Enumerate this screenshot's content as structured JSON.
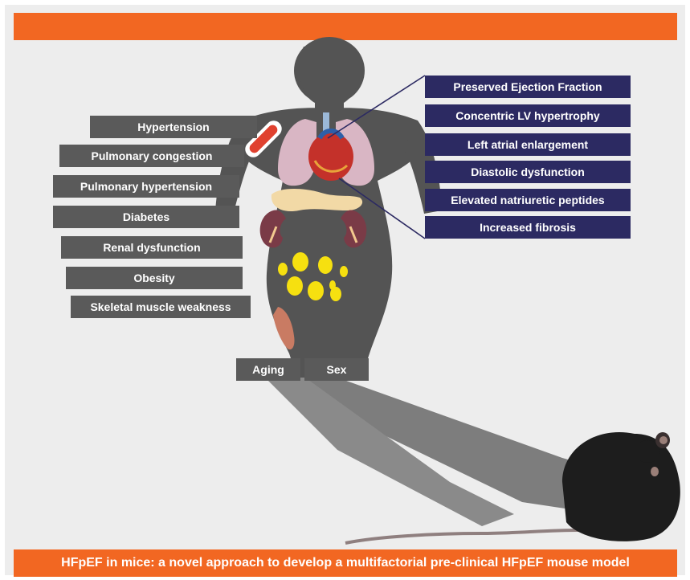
{
  "risk_factors": [
    {
      "label": "Hypertension",
      "icon": "blood-vessel-icon"
    },
    {
      "label": "Pulmonary congestion",
      "icon": "lungs-icon"
    },
    {
      "label": "Pulmonary hypertension",
      "icon": "lungs-icon"
    },
    {
      "label": "Diabetes",
      "icon": "pancreas-icon"
    },
    {
      "label": "Renal dysfunction",
      "icon": "kidney-icon"
    },
    {
      "label": "Obesity",
      "icon": "fat-cells-icon"
    },
    {
      "label": "Skeletal muscle weakness",
      "icon": "muscle-icon"
    }
  ],
  "demographics": {
    "aging": "Aging",
    "sex": "Sex"
  },
  "cardiac_features": [
    "Preserved Ejection Fraction",
    "Concentric LV hypertrophy",
    "Left atrial enlargement",
    "Diastolic dysfunction",
    "Elevated natriuretic peptides",
    "Increased fibrosis"
  ],
  "footer": {
    "title": "HFpEF in mice: a novel approach to develop a multifactorial pre-clinical HFpEF mouse model"
  },
  "colors": {
    "accent": "#f26722",
    "label_gray": "#5a5a5a",
    "label_navy": "#2c2a62",
    "silhouette": "#545454"
  }
}
